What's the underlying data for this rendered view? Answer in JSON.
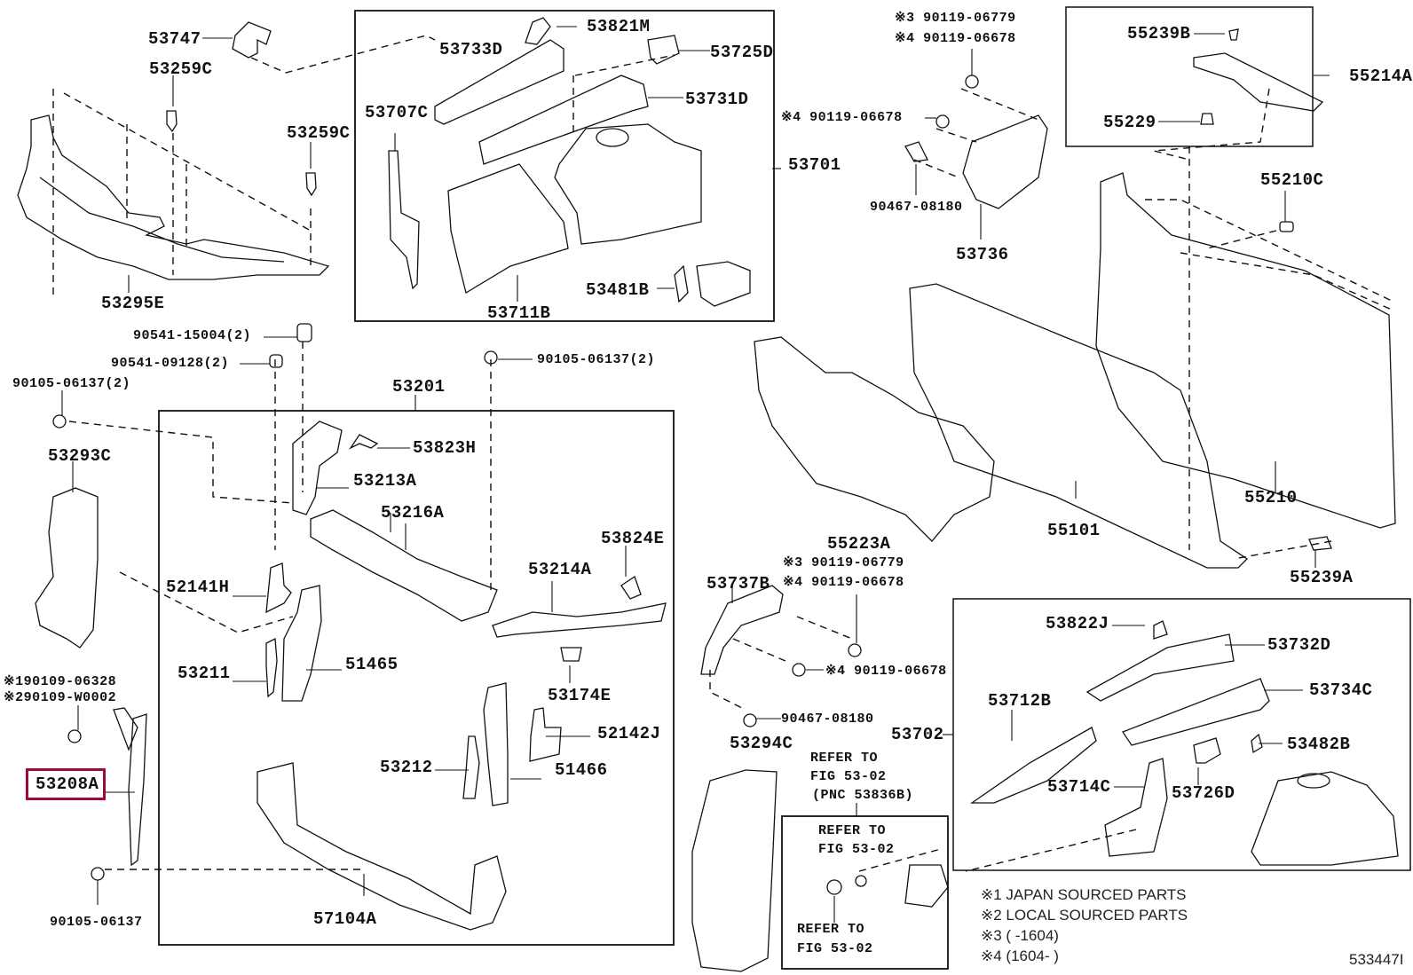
{
  "diagram": {
    "type": "exploded-parts-diagram",
    "figure_id": "533447I",
    "highlight_color": "#9b0a3a",
    "highlighted_part": "53208A",
    "parts": {
      "p53747": "53747",
      "p53259c_a": "53259C",
      "p53259c_b": "53259C",
      "p53295e": "53295E",
      "p53821m": "53821M",
      "p53733d": "53733D",
      "p53725d": "53725D",
      "p53731d": "53731D",
      "p53707c": "53707C",
      "p53701": "53701",
      "p53481b": "53481B",
      "p53711b": "53711B",
      "f_90119_06779_top": "※3 90119-06779",
      "f_90119_06678_top": "※4 90119-06678",
      "f_90119_06678_mid": "※4 90119-06678",
      "f_90467_08180_top": "90467-08180",
      "p53736": "53736",
      "p55239b": "55239B",
      "p55214a": "55214A",
      "p55229": "55229",
      "p55210c": "55210C",
      "f_90541_15004": "90541-15004(2)",
      "f_90541_09128": "90541-09128(2)",
      "f_90105_06137_left": "90105-06137(2)",
      "f_90105_06137_mid": "90105-06137(2)",
      "p53201": "53201",
      "p53293c": "53293C",
      "p53823h": "53823H",
      "p53213a": "53213A",
      "p53216a": "53216A",
      "p53824e": "53824E",
      "p53214a": "53214A",
      "p52141h": "52141H",
      "p53211": "53211",
      "p51465": "51465",
      "p53174e": "53174E",
      "p52142j": "52142J",
      "p53212": "53212",
      "p51466": "51466",
      "p57104a": "57104A",
      "f_90109_06328": "※190109-06328",
      "f_90109_w0002": "※290109-W0002",
      "p53208a": "53208A",
      "f_90105_06137_bottom": "90105-06137",
      "p55223a": "55223A",
      "p55101": "55101",
      "p55210": "55210",
      "p55239a": "55239A",
      "p53737b": "53737B",
      "f_90119_06779_mid": "※3 90119-06779",
      "f_90119_06678_mid2": "※4 90119-06678",
      "f_90119_06678_low": "※4 90119-06678",
      "f_90467_08180_low": "90467-08180",
      "p53294c": "53294C",
      "p53702": "53702",
      "p53822j": "53822J",
      "p53732d": "53732D",
      "p53712b": "53712B",
      "p53734c": "53734C",
      "p53714c": "53714C",
      "p53726d": "53726D",
      "p53482b": "53482B"
    },
    "references": {
      "ref_outer_1": "REFER TO",
      "ref_outer_2": "FIG 53-02",
      "ref_outer_3": "(PNC 53836B)",
      "ref_inner_top_1": "REFER TO",
      "ref_inner_top_2": "FIG 53-02",
      "ref_inner_bot_1": "REFER TO",
      "ref_inner_bot_2": "FIG 53-02"
    },
    "notes": [
      "※1  JAPAN SOURCED PARTS",
      "※2  LOCAL SOURCED PARTS",
      "※3 (      -1604)",
      "※4 (1604-       )"
    ]
  }
}
